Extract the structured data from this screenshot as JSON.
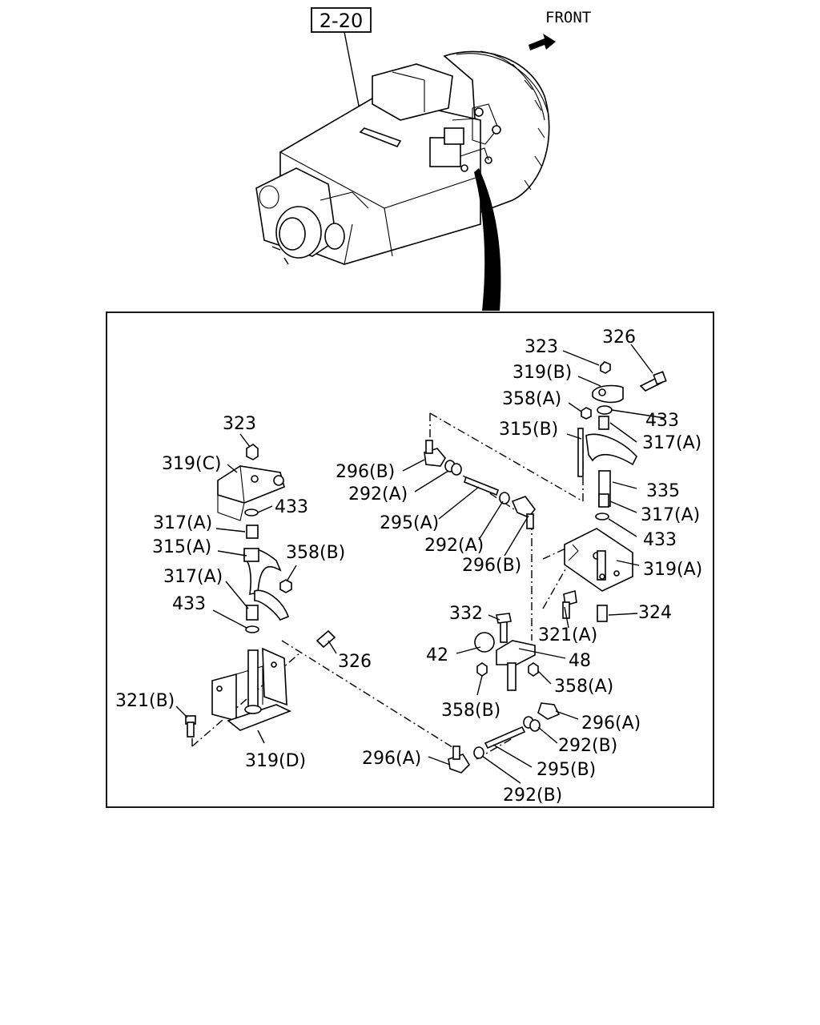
{
  "reference": {
    "label": "2-20"
  },
  "front": {
    "label": "FRONT"
  },
  "callouts": [
    {
      "id": "c01",
      "text": "323"
    },
    {
      "id": "c02",
      "text": "326"
    },
    {
      "id": "c03",
      "text": "319(B)"
    },
    {
      "id": "c04",
      "text": "358(A)"
    },
    {
      "id": "c05",
      "text": "433"
    },
    {
      "id": "c06",
      "text": "315(B)"
    },
    {
      "id": "c07",
      "text": "317(A)"
    },
    {
      "id": "c08",
      "text": "296(B)"
    },
    {
      "id": "c09",
      "text": "292(A)"
    },
    {
      "id": "c10",
      "text": "335"
    },
    {
      "id": "c11",
      "text": "295(A)"
    },
    {
      "id": "c12",
      "text": "317(A)"
    },
    {
      "id": "c13",
      "text": "292(A)"
    },
    {
      "id": "c14",
      "text": "433"
    },
    {
      "id": "c15",
      "text": "296(B)"
    },
    {
      "id": "c16",
      "text": "319(A)"
    },
    {
      "id": "c17",
      "text": "324"
    },
    {
      "id": "c18",
      "text": "332"
    },
    {
      "id": "c19",
      "text": "321(A)"
    },
    {
      "id": "c20",
      "text": "42"
    },
    {
      "id": "c21",
      "text": "48"
    },
    {
      "id": "c22",
      "text": "358(A)"
    },
    {
      "id": "c23",
      "text": "358(B)"
    },
    {
      "id": "c24",
      "text": "296(A)"
    },
    {
      "id": "c25",
      "text": "292(B)"
    },
    {
      "id": "c26",
      "text": "295(B)"
    },
    {
      "id": "c27",
      "text": "296(A)"
    },
    {
      "id": "c28",
      "text": "292(B)"
    },
    {
      "id": "c29",
      "text": "323"
    },
    {
      "id": "c30",
      "text": "319(C)"
    },
    {
      "id": "c31",
      "text": "433"
    },
    {
      "id": "c32",
      "text": "317(A)"
    },
    {
      "id": "c33",
      "text": "315(A)"
    },
    {
      "id": "c34",
      "text": "358(B)"
    },
    {
      "id": "c35",
      "text": "317(A)"
    },
    {
      "id": "c36",
      "text": "433"
    },
    {
      "id": "c37",
      "text": "326"
    },
    {
      "id": "c38",
      "text": "321(B)"
    },
    {
      "id": "c39",
      "text": "319(D)"
    }
  ]
}
